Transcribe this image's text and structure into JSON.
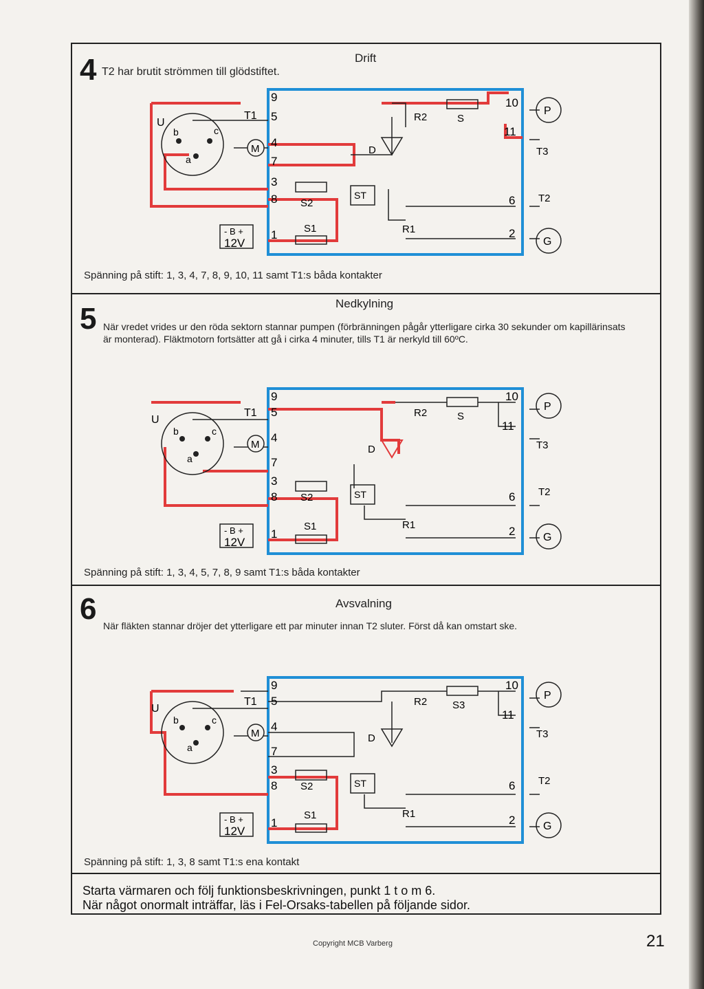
{
  "sections": [
    {
      "number": "4",
      "title": "Drift",
      "subtitle": "T2 har brutit strömmen till glödstiftet.",
      "description": "",
      "voltage_note": "Spänning på stift: 1, 3, 4, 7, 8, 9, 10, 11 samt T1:s båda kontakter"
    },
    {
      "number": "5",
      "title": "Nedkylning",
      "subtitle": "",
      "description": "När vredet vrides ur den röda sektorn stannar pumpen (förbränningen pågår ytterligare cirka 30 sekunder om kapillärinsats är monterad). Fläktmotorn fortsätter att gå i cirka 4 minuter, tills T1 är nerkyld till 60ºC.",
      "voltage_note": "Spänning på stift: 1, 3, 4, 5, 7, 8, 9 samt T1:s båda kontakter"
    },
    {
      "number": "6",
      "title": "Avsvalning",
      "subtitle": "",
      "description": "När fläkten stannar dröjer det ytterligare ett par minuter innan T2 sluter. Först då kan omstart ske.",
      "voltage_note": "Spänning på stift: 1, 3, 8 samt T1:s ena kontakt"
    }
  ],
  "diagram_labels": {
    "switch_u": "U",
    "contact_a": "a",
    "contact_b": "b",
    "contact_c": "c",
    "motor": "M",
    "thermostat_t1": "T1",
    "relay_r2": "R2",
    "relay_r1": "R1",
    "diode": "D",
    "control": "ST",
    "battery_top": "- B +",
    "battery_bottom": "12V",
    "pump": "P",
    "glow": "G",
    "thermostat_t3": "T3",
    "thermostat_t2": "T2",
    "s1": "S1",
    "s2": "S2",
    "pins_left": [
      "9",
      "5",
      "4",
      "7",
      "3",
      "8",
      "1"
    ],
    "pins_right": [
      "10",
      "11",
      "6",
      "2"
    ]
  },
  "fuse_labels": [
    "S",
    "S",
    "S3"
  ],
  "summary_line_1": "Starta värmaren och följ funktionsbeskrivningen, punkt 1 t o m 6.",
  "summary_line_2": "När något onormalt inträffar, läs i Fel-Orsaks-tabellen på följande sidor.",
  "copyright": "Copyright MCB Varberg",
  "page_number": "21",
  "colors": {
    "active_wire": "#e23b3b",
    "control_box": "#1f8fd6",
    "ink": "#222222"
  }
}
